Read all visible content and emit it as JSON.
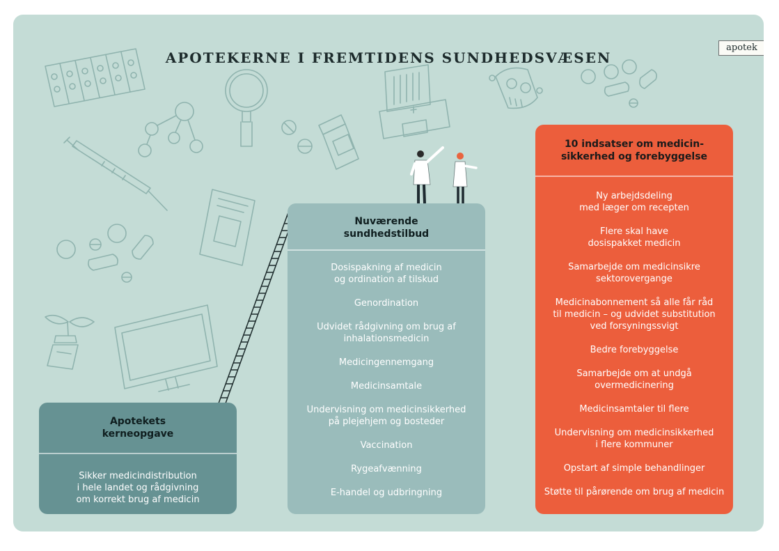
{
  "title": "APOTEKERNE I FREMTIDENS SUNDHEDSVÆSEN",
  "logo_text": "apotek",
  "colors": {
    "background": "#c4dcd6",
    "doodle_line": "#8fb3ae",
    "core_card": "#669293",
    "current_card": "#9abcbb",
    "future_card": "#ec5e3c"
  },
  "cards": {
    "core": {
      "heading": "Apotekets\nkerneopgave",
      "items": [
        "Sikker medicindistribution\ni hele landet og rådgivning\nom korrekt brug af medicin"
      ]
    },
    "current": {
      "heading": "Nuværende\nsundhedstilbud",
      "items": [
        "Dosispakning af medicin\nog ordination af tilskud",
        "Genordination",
        "Udvidet rådgivning om brug af\ninhalationsmedicin",
        "Medicingennemgang",
        "Medicinsamtale",
        "Undervisning om medicinsikkerhed\npå plejehjem og bosteder",
        "Vaccination",
        "Rygeafvænning",
        "E-handel og udbringning"
      ]
    },
    "future": {
      "heading": "10 indsatser om medicin-\nsikkerhed og forebyggelse",
      "items": [
        "Ny arbejdsdeling\nmed læger om recepten",
        "Flere skal have\ndosispakket medicin",
        "Samarbejde om medicinsikre\nsektorovergange",
        "Medicinabonnement så alle får råd\ntil medicin – og udvidet substitution\nved forsyningssvigt",
        "Bedre forebyggelse",
        "Samarbejde om at undgå\novermedicinering",
        "Medicinsamtaler til flere",
        "Undervisning om medicinsikkerhed\ni flere kommuner",
        "Opstart af simple behandlinger",
        "Støtte til pårørende om brug af medicin"
      ]
    }
  },
  "icons": [
    "pill-blister-icon",
    "molecule-icon",
    "magnifier-icon",
    "pills-icon",
    "medicine-jar-icon",
    "hospital-icon",
    "robot-icon",
    "syringe-icon",
    "prescription-icon",
    "drone-icon",
    "monitor-icon",
    "pharmacists-icon",
    "ladder-icon"
  ]
}
